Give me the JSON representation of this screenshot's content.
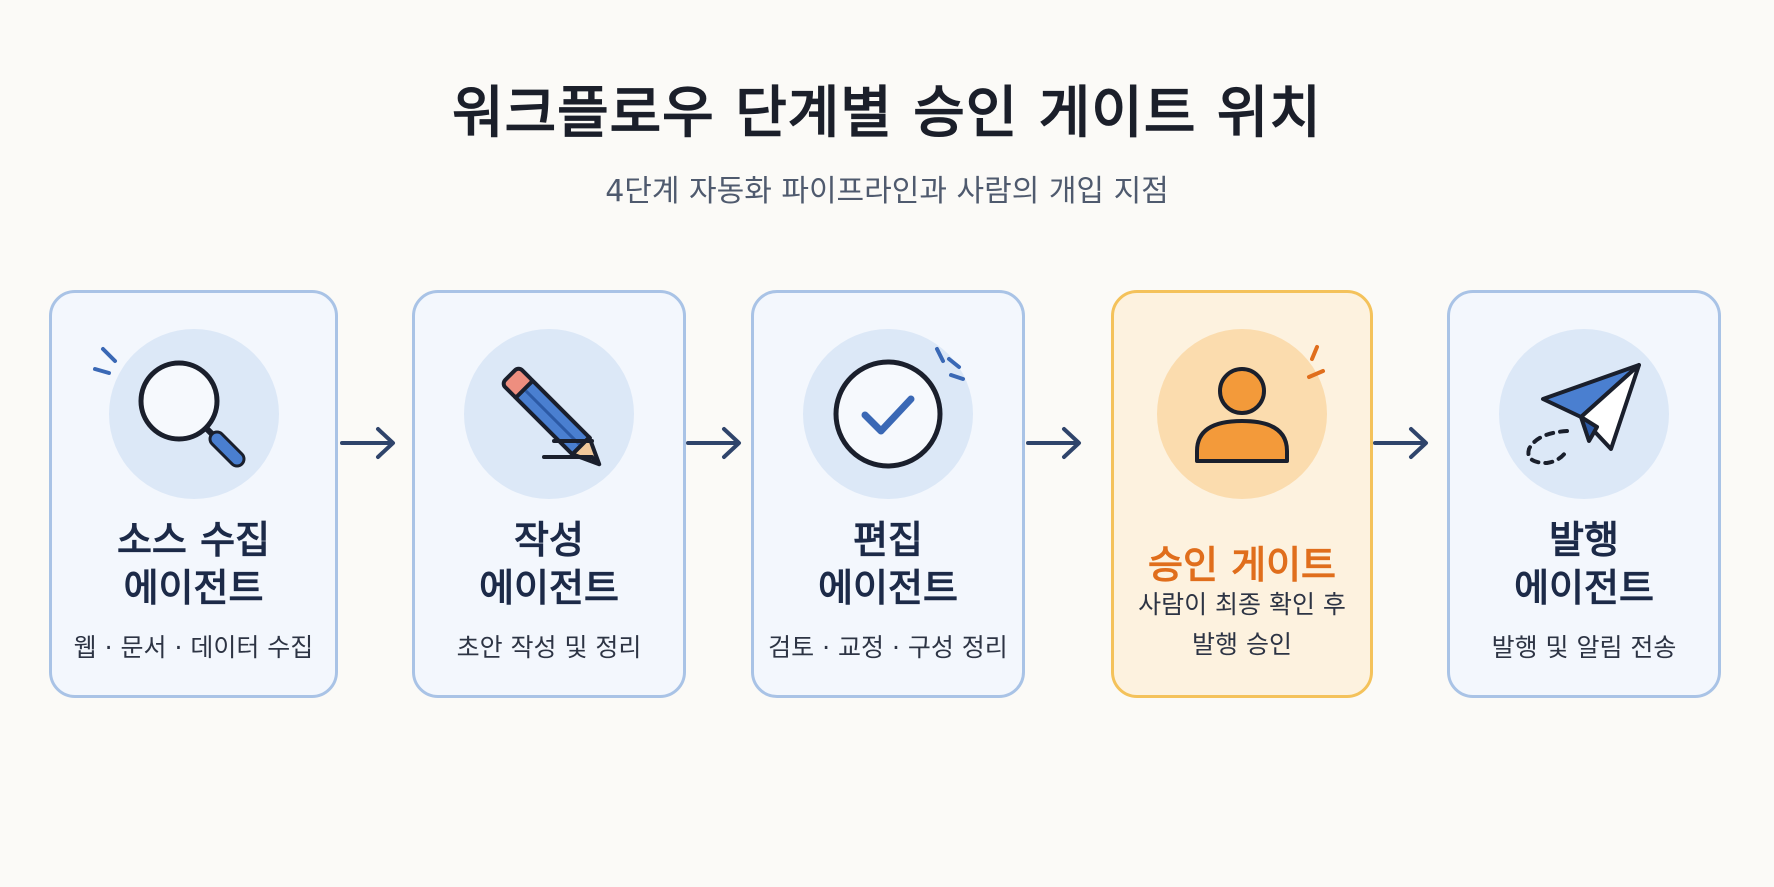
{
  "title": "워크플로우 단계별 승인 게이트 위치",
  "subtitle": "4단계 자동화 파이프라인과 사람의 개입 지점",
  "colors": {
    "accent_blue": "#3a68b5",
    "arrow": "#2f446b",
    "highlight_orange": "#e06e1c",
    "highlight_border": "#f4c25b"
  },
  "stages": [
    {
      "icon": "magnifier-icon",
      "title_lines": [
        "소스 수집",
        "에이전트"
      ],
      "desc_lines": [
        "웹 · 문서 · 데이터 수집"
      ]
    },
    {
      "icon": "pencil-icon",
      "title_lines": [
        "작성",
        "에이전트"
      ],
      "desc_lines": [
        "초안 작성 및 정리"
      ]
    },
    {
      "icon": "checkmark-circle-icon",
      "title_lines": [
        "편집",
        "에이전트"
      ],
      "desc_lines": [
        "검토 · 교정 · 구성 정리"
      ]
    },
    {
      "icon": "person-icon",
      "title_lines": [
        "승인 게이트"
      ],
      "desc_lines": [
        "사람이 최종 확인 후",
        "발행 승인"
      ]
    },
    {
      "icon": "paper-plane-icon",
      "title_lines": [
        "발행",
        "에이전트"
      ],
      "desc_lines": [
        "발행 및 알림 전송"
      ]
    }
  ]
}
